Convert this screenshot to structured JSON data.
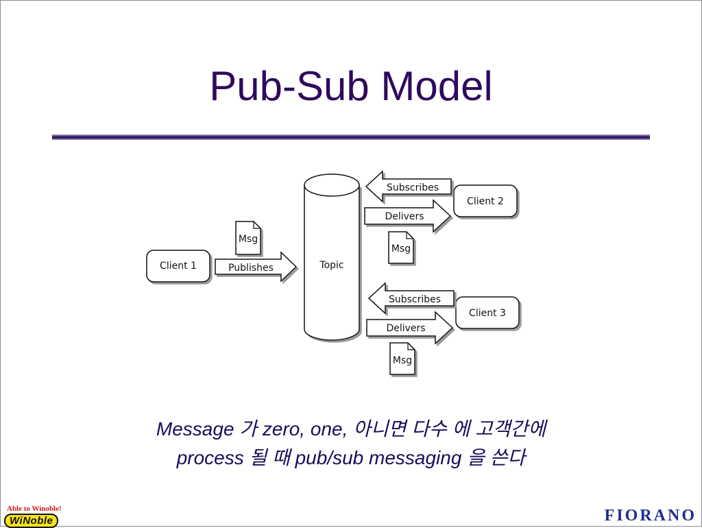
{
  "slide": {
    "title": "Pub-Sub Model",
    "caption_line1": "Message 가 zero, one, 아니면 다수 에 고객간에",
    "caption_line2": "process 될 때  pub/sub messaging  을 쓴다"
  },
  "diagram": {
    "topic_label": "Topic",
    "client1_label": "Client 1",
    "client2_label": "Client 2",
    "client3_label": "Client 3",
    "publishes_label": "Publishes",
    "subscribes2_label": "Subscribes",
    "delivers2_label": "Delivers",
    "subscribes3_label": "Subscribes",
    "delivers3_label": "Delivers",
    "msg_publish_label": "Msg",
    "msg_client2_label": "Msg",
    "msg_client3_label": "Msg"
  },
  "logos": {
    "left_tagline": "Able to Winoble!",
    "left_brand": "WiNoble",
    "right_brand": "FIORANO"
  },
  "colors": {
    "title": "#2e0a5e",
    "caption": "#1a0a5a",
    "rule_dark": "#2a0b5c",
    "right_logo": "#1f2f8a",
    "left_logo_bg": "#f4e21a",
    "left_logo_tag": "#d11414"
  }
}
